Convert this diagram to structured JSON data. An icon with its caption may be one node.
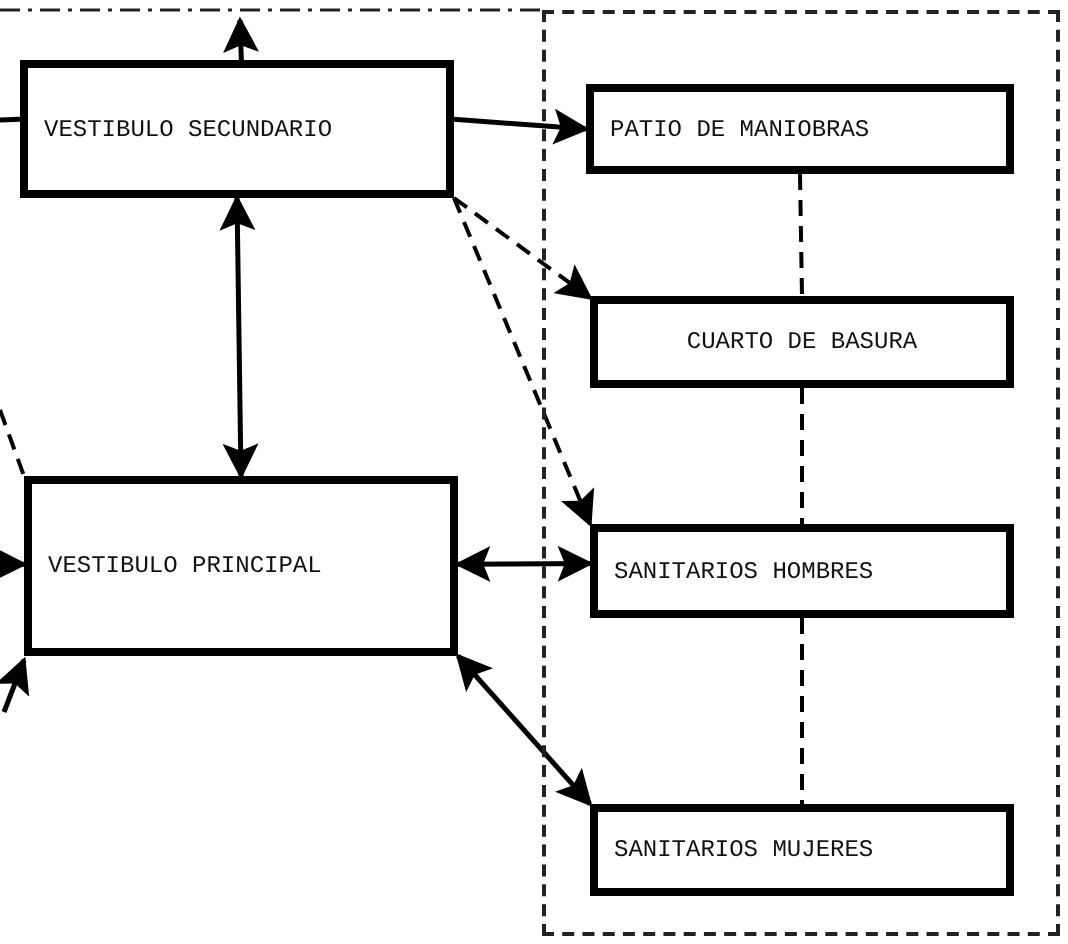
{
  "diagram": {
    "nodes": [
      {
        "text": [
          "VESTIBULO SECUNDARIO"
        ]
      },
      {
        "text": [
          "VESTIBULO PRINCIPAL"
        ]
      },
      {
        "text": [],
        "shape": "box"
      },
      {
        "text": [
          "PATIO DE MANIOBRAS"
        ],
        "in": 2
      },
      {
        "text": [
          "CUARTO DE BASURA"
        ],
        "in": 2
      },
      {
        "text": [
          "SANITARIOS HOMBRES"
        ],
        "in": 2
      },
      {
        "text": [
          "SANITARIOS MUJERES"
        ],
        "in": 2
      }
    ],
    "edges": [
      {
        "from": 0,
        "to": null,
        "arrow": "to"
      },
      {
        "from": null,
        "to": 0,
        "arrow": "none"
      },
      {
        "from": 0,
        "to": 3,
        "arrow": "to"
      },
      {
        "from": 0,
        "to": 1,
        "arrow": "both"
      },
      {
        "from": 0,
        "to": 4,
        "arrow": "to",
        "style": "dashed"
      },
      {
        "from": 0,
        "to": 5,
        "arrow": "to",
        "style": "dashed"
      },
      {
        "from": 1,
        "to": 5,
        "arrow": "both"
      },
      {
        "from": 1,
        "to": 6,
        "arrow": "both"
      },
      {
        "from": 3,
        "to": 4,
        "arrow": "none",
        "style": "dashed"
      },
      {
        "from": 4,
        "to": 5,
        "arrow": "none",
        "style": "dashed"
      },
      {
        "from": 5,
        "to": 6,
        "arrow": "none",
        "style": "dashed"
      },
      {
        "from": null,
        "to": 1,
        "arrow": "to"
      },
      {
        "from": null,
        "to": 1,
        "arrow": "none",
        "style": "dashed"
      },
      {
        "from": null,
        "to": 1,
        "arrow": "to"
      }
    ]
  }
}
